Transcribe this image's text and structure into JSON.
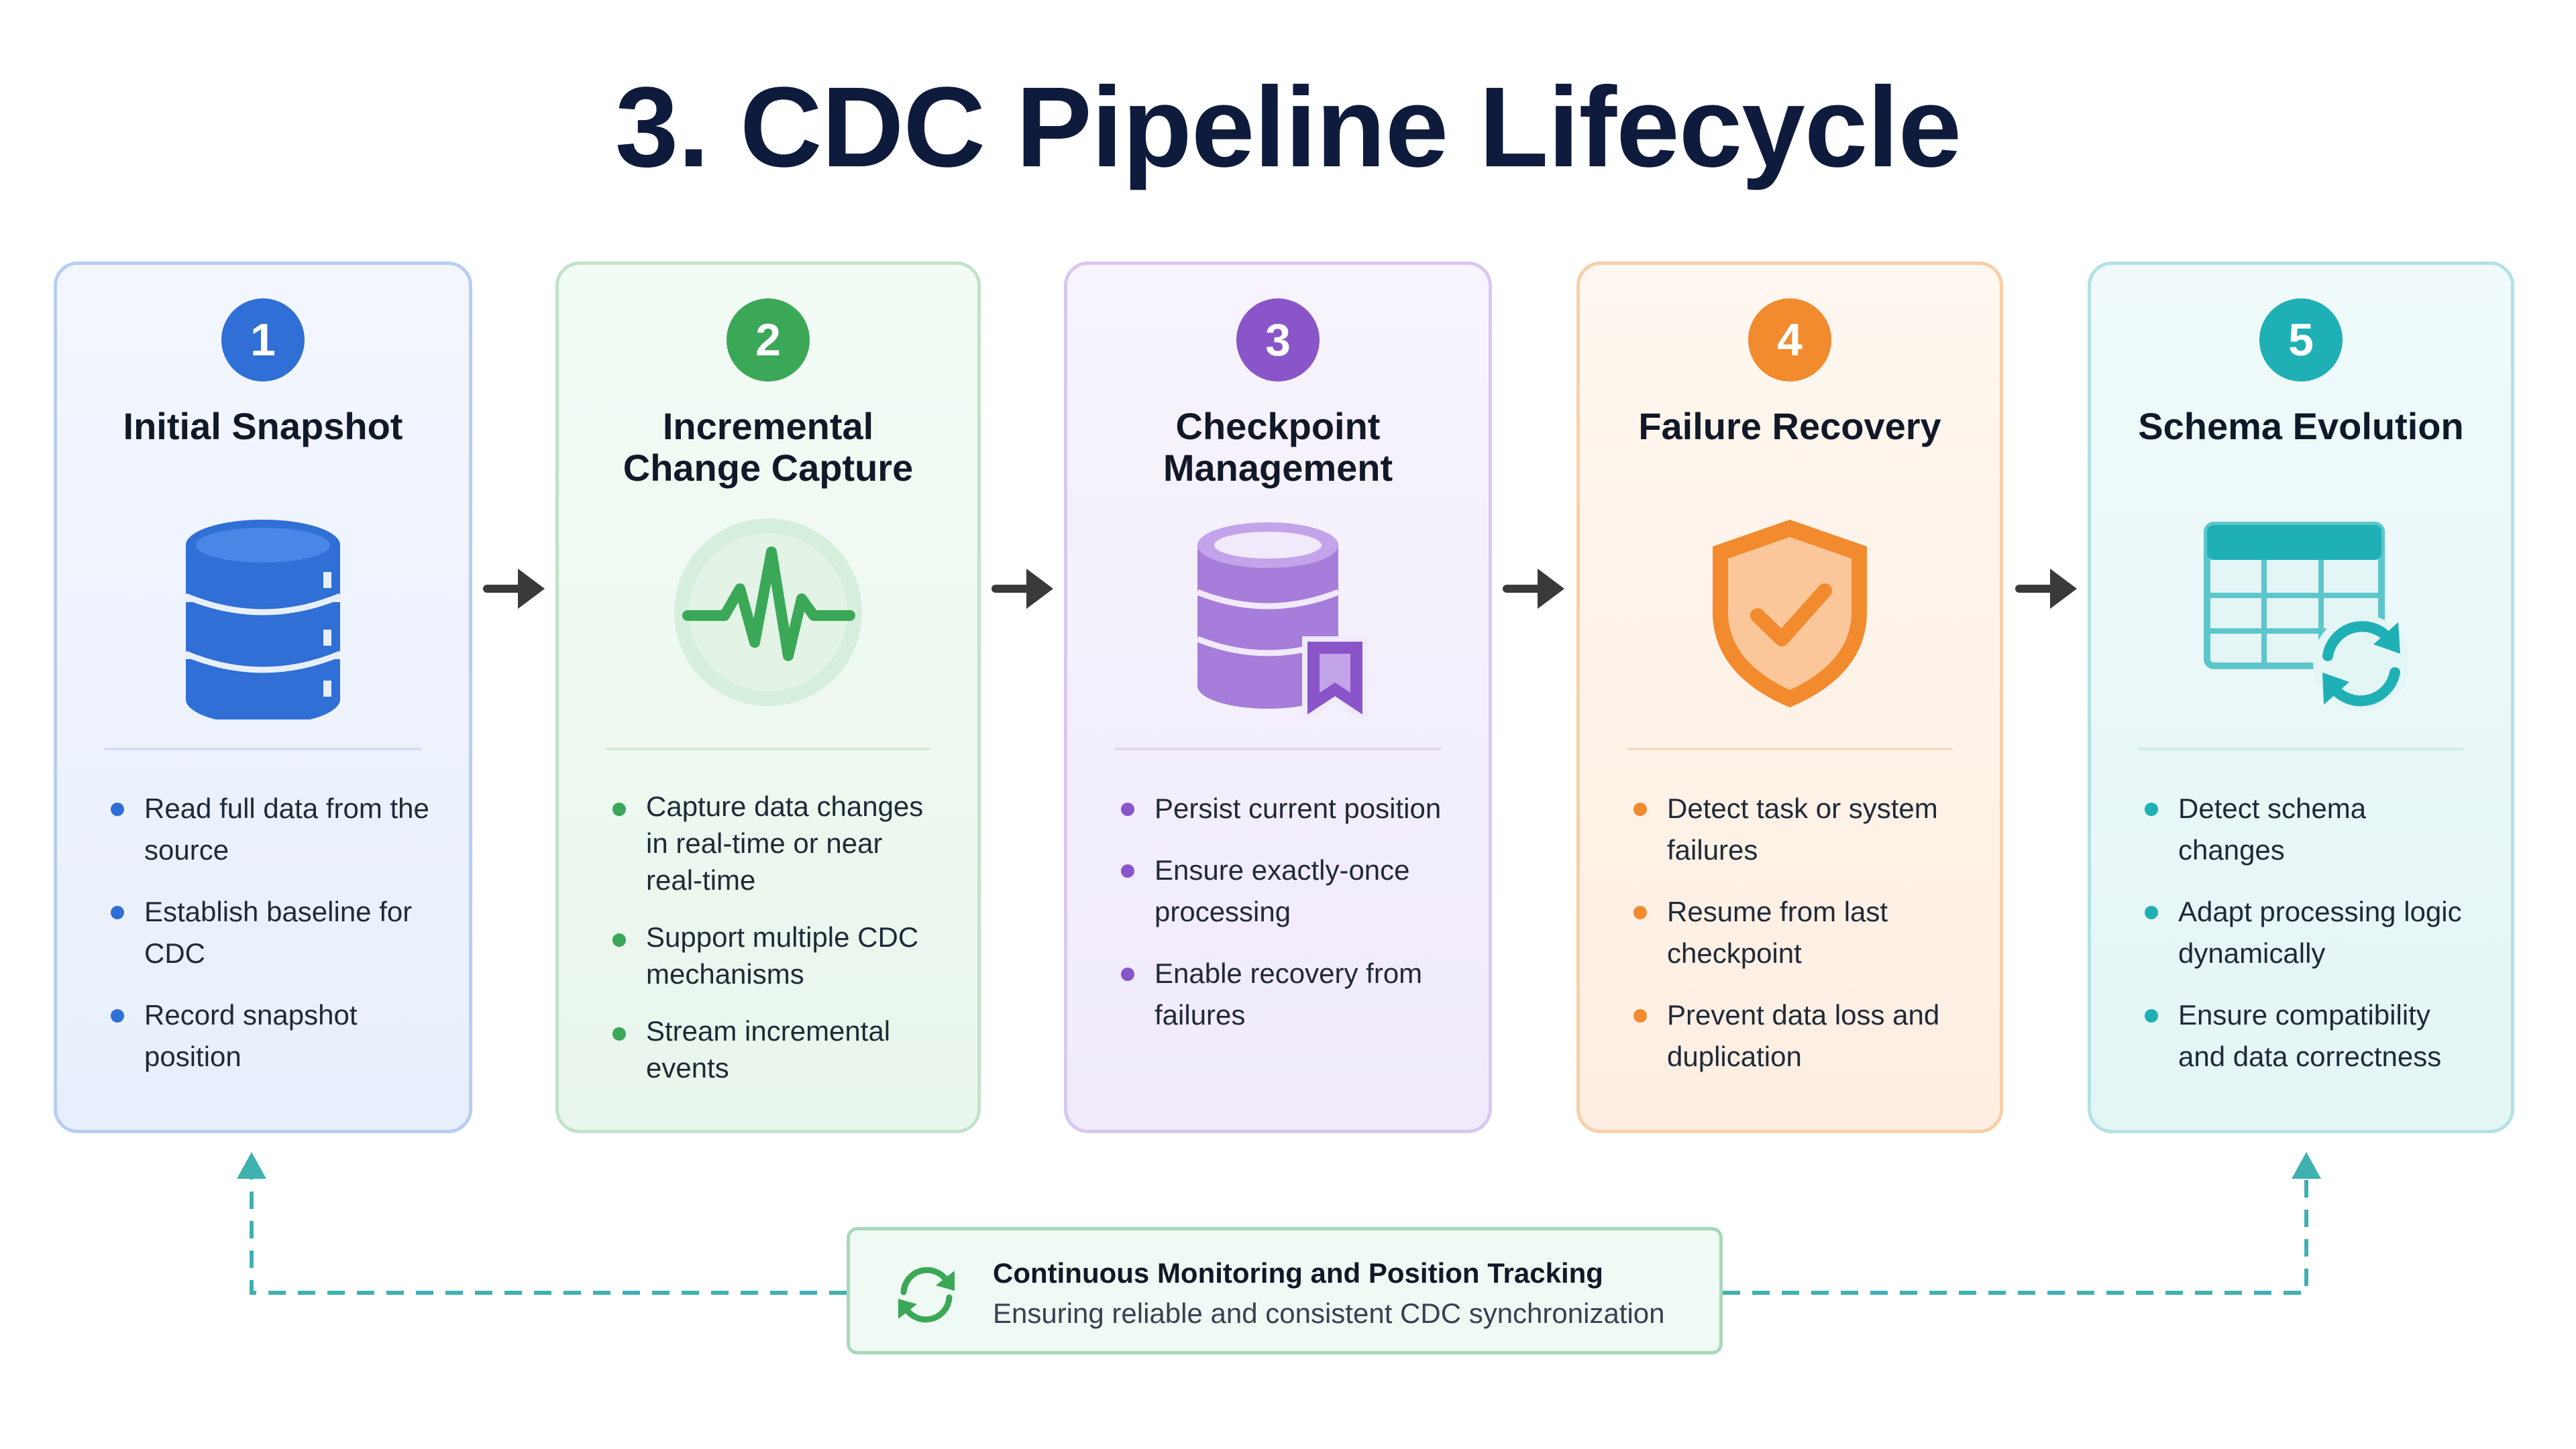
{
  "title": "3. CDC Pipeline Lifecycle",
  "stages": [
    {
      "number": "1",
      "title": "Initial Snapshot",
      "icon": "database-icon",
      "color": "#2f6fd6",
      "bullets": [
        "Read full data from the source",
        "Establish baseline for CDC",
        "Record snapshot position"
      ]
    },
    {
      "number": "2",
      "title": "Incremental\nChange Capture",
      "icon": "pulse-icon",
      "color": "#3aa857",
      "bullets": [
        "Capture data changes in real-time or near real-time",
        "Support multiple CDC mechanisms",
        "Stream incremental events"
      ]
    },
    {
      "number": "3",
      "title": "Checkpoint\nManagement",
      "icon": "database-bookmark-icon",
      "color": "#8a55c9",
      "bullets": [
        "Persist current position",
        "Ensure exactly-once processing",
        "Enable recovery from failures"
      ]
    },
    {
      "number": "4",
      "title": "Failure Recovery",
      "icon": "shield-check-icon",
      "color": "#f28a2e",
      "bullets": [
        "Detect task or system failures",
        "Resume from last checkpoint",
        "Prevent data loss and duplication"
      ]
    },
    {
      "number": "5",
      "title": "Schema Evolution",
      "icon": "table-sync-icon",
      "color": "#1fb0b6",
      "bullets": [
        "Detect schema changes",
        "Adapt processing logic dynamically",
        "Ensure compatibility and data correctness"
      ]
    }
  ],
  "monitoring": {
    "title": "Continuous Monitoring and Position Tracking",
    "subtitle": "Ensuring reliable and consistent CDC synchronization",
    "icon": "sync-icon",
    "color": "#3aa857"
  },
  "connector_color": "#3fb1b0",
  "arrow_color": "#3a3a3a"
}
